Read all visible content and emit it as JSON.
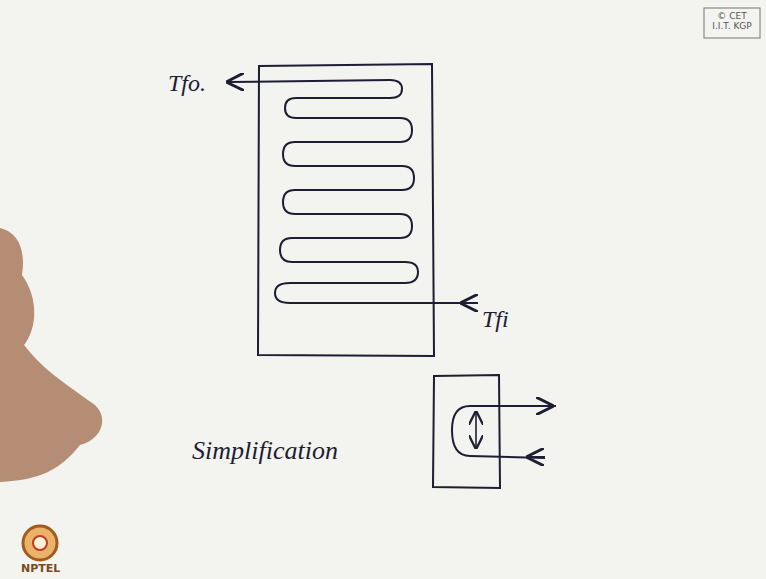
{
  "diagram": {
    "labels": [
      "© CET I.I.T. KGP",
      "Tfo.",
      "Tfi",
      "Simplification",
      "NPTEL"
    ]
  }
}
